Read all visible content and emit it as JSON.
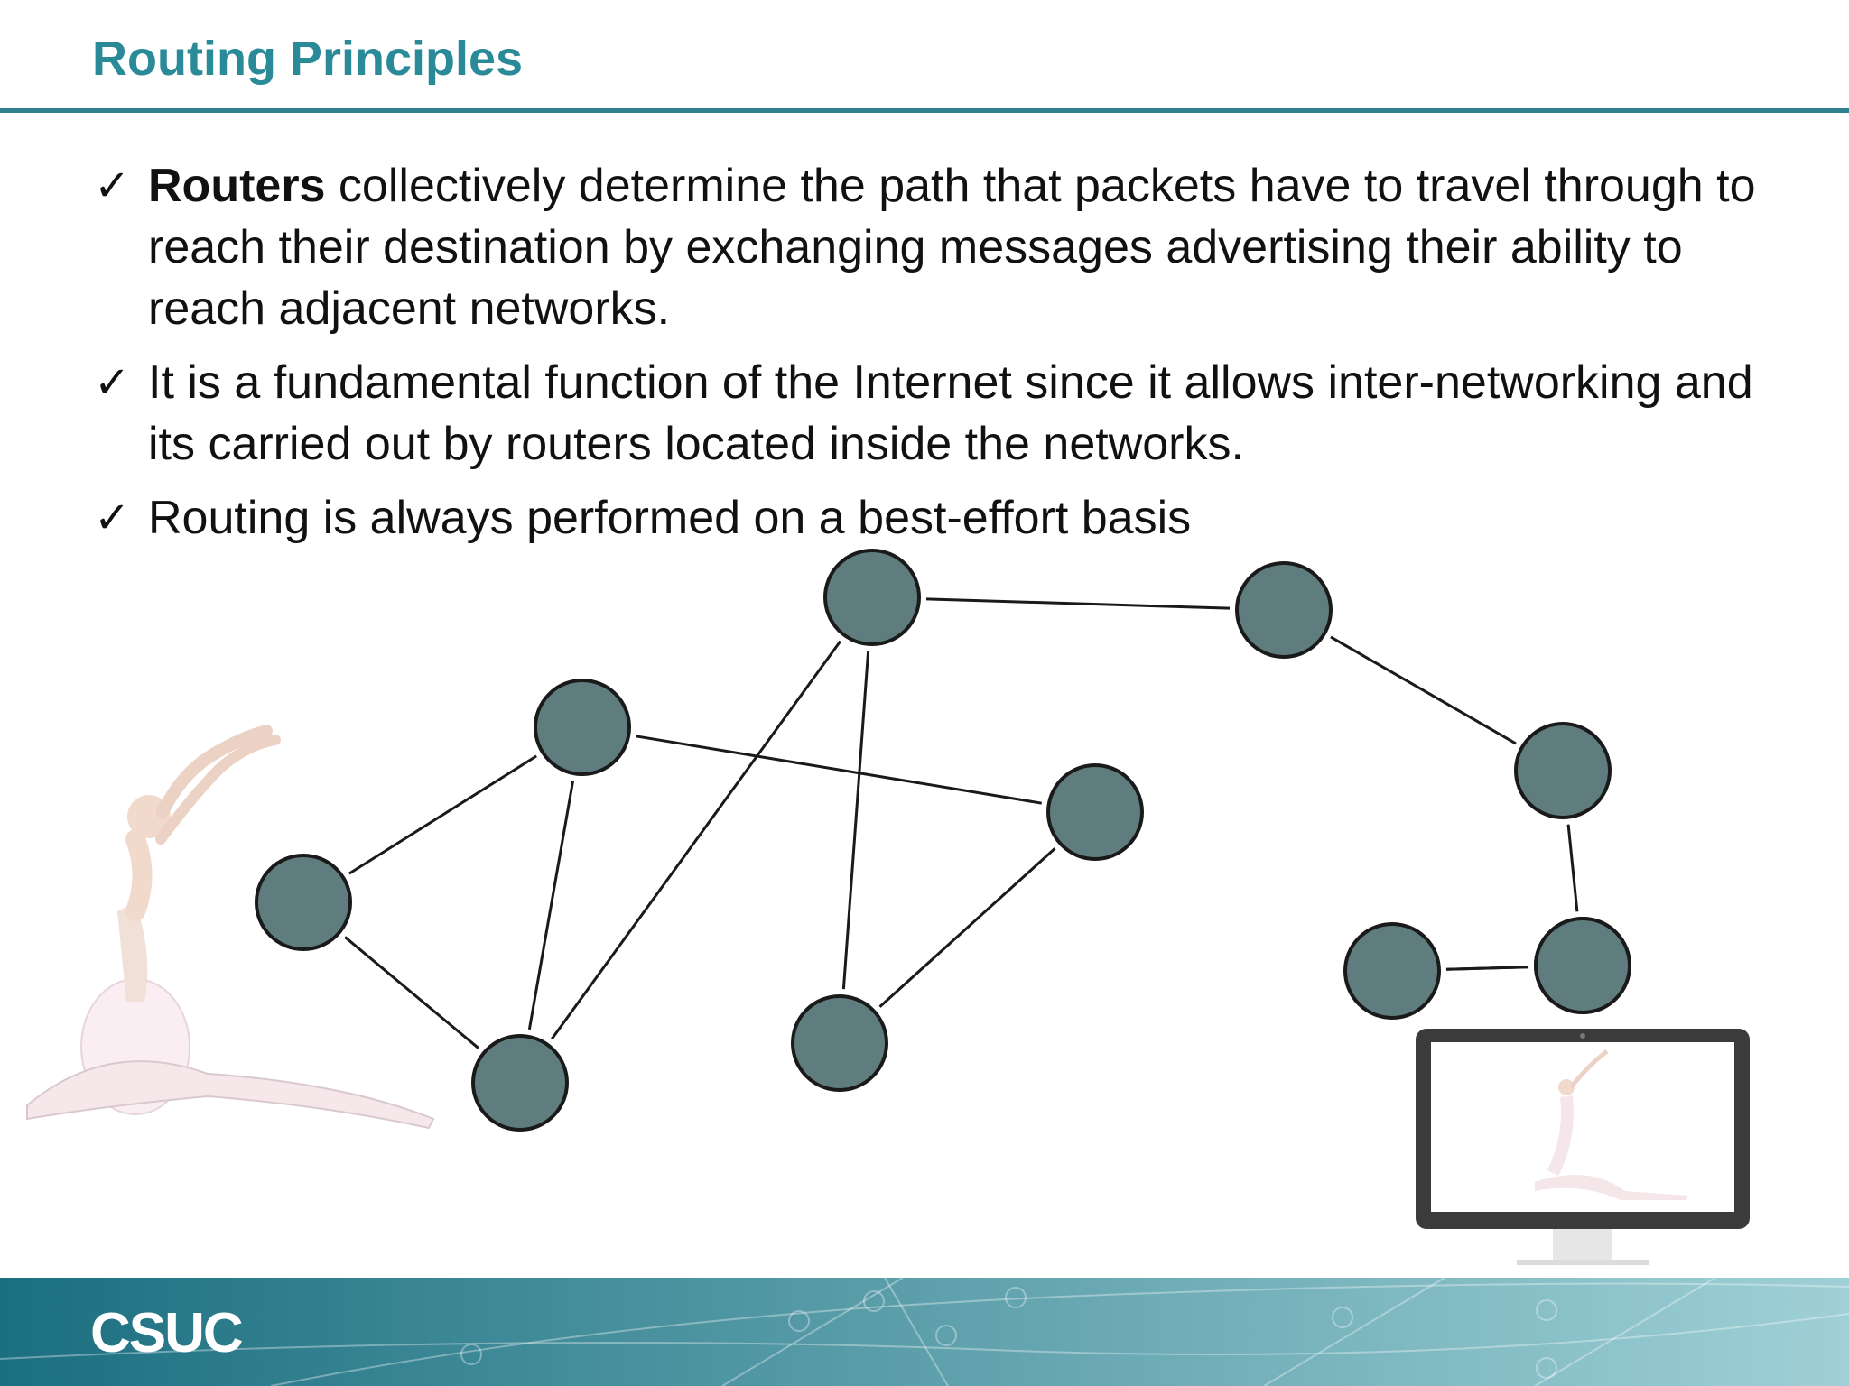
{
  "slide": {
    "title": "Routing Principles",
    "bullets": [
      {
        "check": "✓",
        "bold_text": "Routers",
        "text": " collectively determine the path that packets have to travel through to reach their destination by exchanging messages advertising their ability to reach adjacent networks."
      },
      {
        "check": "✓",
        "bold_text": "",
        "text": "It is a fundamental function of the Internet since it allows inter-networking and its carried out by routers located inside the networks."
      },
      {
        "check": "✓",
        "bold_text": "",
        "text": "Routing is always performed on a best-effort basis"
      }
    ]
  },
  "footer": {
    "logo": "CSUC"
  },
  "colors": {
    "title": "#2a8a98",
    "rule": "#2f7f8c",
    "node_fill": "#5f7d7e",
    "node_stroke": "#1a1a1a",
    "footer_from": "#1b6f80",
    "footer_to": "#9fd0d6"
  },
  "diagram": {
    "nodes": [
      "n1",
      "n2",
      "n3",
      "n4",
      "n5",
      "n6",
      "n7",
      "n8",
      "n9",
      "n10",
      "n11",
      "n12"
    ],
    "links": [
      [
        "n1",
        "n2"
      ],
      [
        "n1",
        "n3"
      ],
      [
        "n2",
        "n3"
      ],
      [
        "n2",
        "n6"
      ],
      [
        "n3",
        "n4"
      ],
      [
        "n4",
        "n5"
      ],
      [
        "n4",
        "n7"
      ],
      [
        "n5",
        "n6"
      ],
      [
        "n7",
        "n8"
      ],
      [
        "n8",
        "n9"
      ],
      [
        "n9",
        "n10"
      ],
      [
        "n9",
        "n11"
      ],
      [
        "n10",
        "n11"
      ]
    ]
  }
}
